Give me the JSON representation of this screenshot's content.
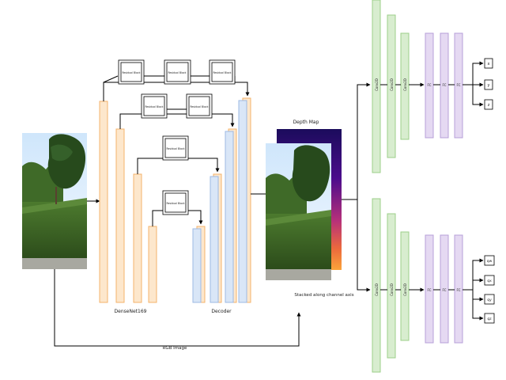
{
  "colors": {
    "encoder_fill": "#fde7cc",
    "encoder_stroke": "#f4b36b",
    "decoder_fill": "#d9e6f7",
    "decoder_stroke": "#9db9e3",
    "conv_fill": "#d8edcf",
    "conv_stroke": "#9ccf8a",
    "fc_fill": "#e5d9f2",
    "fc_stroke": "#b7a0d8",
    "arrow": "#000000"
  },
  "labels": {
    "residual_block": "Residual Block",
    "encoder": "DenseNet169",
    "decoder": "Decoder",
    "depth_map": "Depth Map",
    "stacked": "Stacked along channel axis",
    "rgb_image": "RGB Image",
    "conv": "Conv2D",
    "fc": "FC"
  },
  "outputs": {
    "position": [
      "x",
      "y",
      "z"
    ],
    "orientation": [
      "qw",
      "qx",
      "qy",
      "qz"
    ]
  },
  "icons": {
    "input_photo": "outdoor-park-photo",
    "depth_map": "depth-map-heatmap"
  }
}
